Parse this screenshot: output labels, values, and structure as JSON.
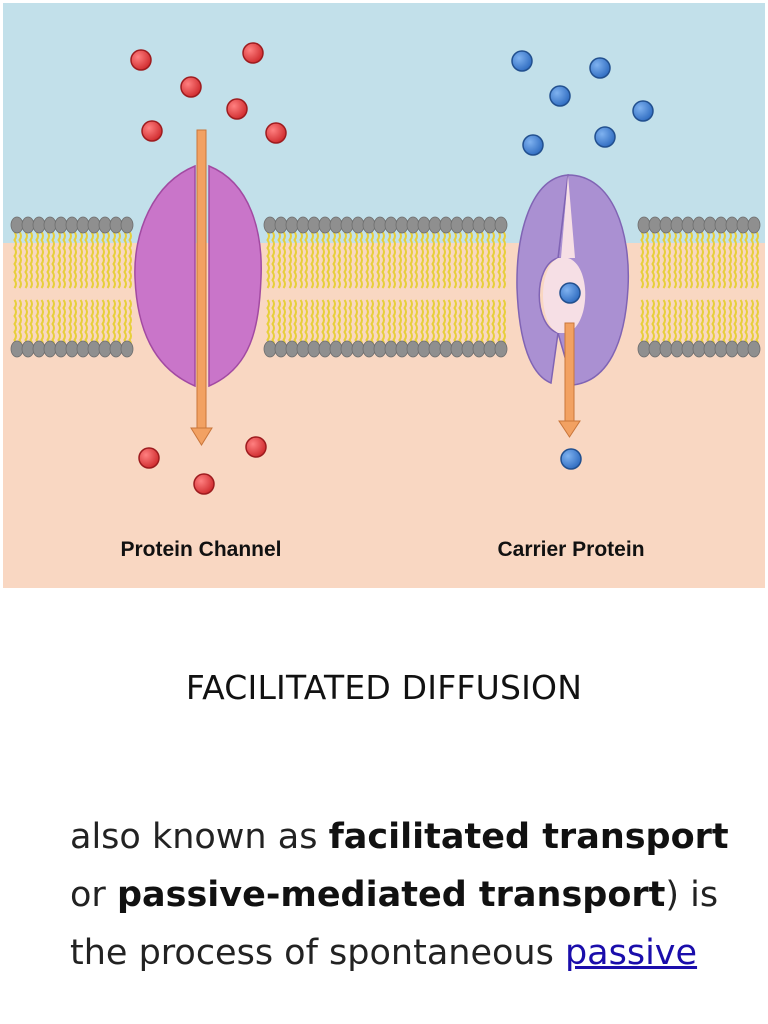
{
  "diagram": {
    "labels": {
      "protein_channel": "Protein Channel",
      "carrier_protein": "Carrier Protein"
    },
    "colors": {
      "outside": "#c2e0ea",
      "inside": "#f9d7c2",
      "lipid_head": "#8f8f8f",
      "lipid_tail": "#e7cf3a",
      "channel_protein": "#c975c9",
      "carrier_protein": "#aa90d2",
      "arrow": "#f2a162",
      "red_molecule": "#e2383b",
      "blue_molecule": "#3f7fd0"
    }
  },
  "heading": "FACILITATED DIFFUSION",
  "paragraph": {
    "part1": "also known as ",
    "bold1": "facilitated transport",
    "part2": " or ",
    "bold2": "passive-mediated transport",
    "part3": ") is the process of spontaneous ",
    "link": "passive "
  }
}
